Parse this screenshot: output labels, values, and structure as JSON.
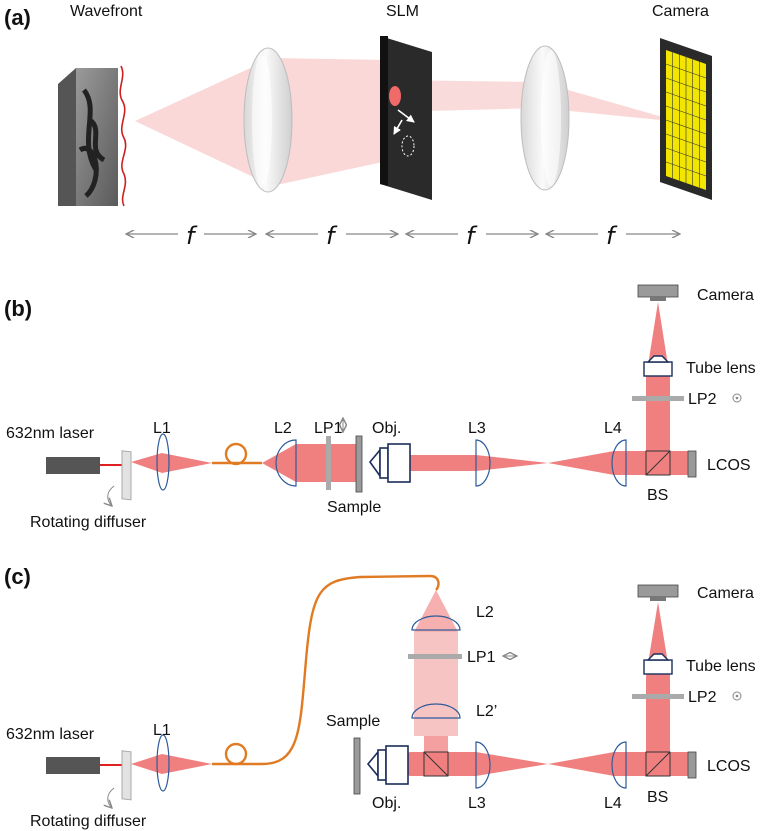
{
  "panel_a": {
    "tag": "(a)",
    "labels": {
      "wavefront": "Wavefront",
      "slm": "SLM",
      "camera": "Camera"
    },
    "focal_labels": [
      "f",
      "f",
      "f",
      "f"
    ]
  },
  "panel_b": {
    "tag": "(b)",
    "labels": {
      "laser": "632nm laser",
      "diffuser": "Rotating diffuser",
      "l1": "L1",
      "l2": "L2",
      "lp1": "LP1",
      "obj": "Obj.",
      "sample": "Sample",
      "l3": "L3",
      "l4": "L4",
      "bs": "BS",
      "lcos": "LCOS",
      "lp2": "LP2",
      "tube_lens": "Tube lens",
      "camera": "Camera"
    }
  },
  "panel_c": {
    "tag": "(c)",
    "labels": {
      "laser": "632nm laser",
      "diffuser": "Rotating diffuser",
      "l1": "L1",
      "l2": "L2",
      "lp1": "LP1",
      "l2_prime": "L2’",
      "sample": "Sample",
      "obj": "Obj.",
      "l3": "L3",
      "l4": "L4",
      "bs": "BS",
      "lcos": "LCOS",
      "lp2": "LP2",
      "tube_lens": "Tube lens",
      "camera": "Camera"
    }
  },
  "colors": {
    "beam": "#f08080",
    "beam_light": "#f9c9c9",
    "lens_line": "#2e5b9a",
    "fiber": "#e07b24",
    "laser_body": "#555555",
    "laser_line": "#e02020",
    "gray_part": "#9a9a9a",
    "camera_grid": "#f2e600",
    "wave_red": "#cc2020",
    "arrow_gray": "#888888"
  }
}
